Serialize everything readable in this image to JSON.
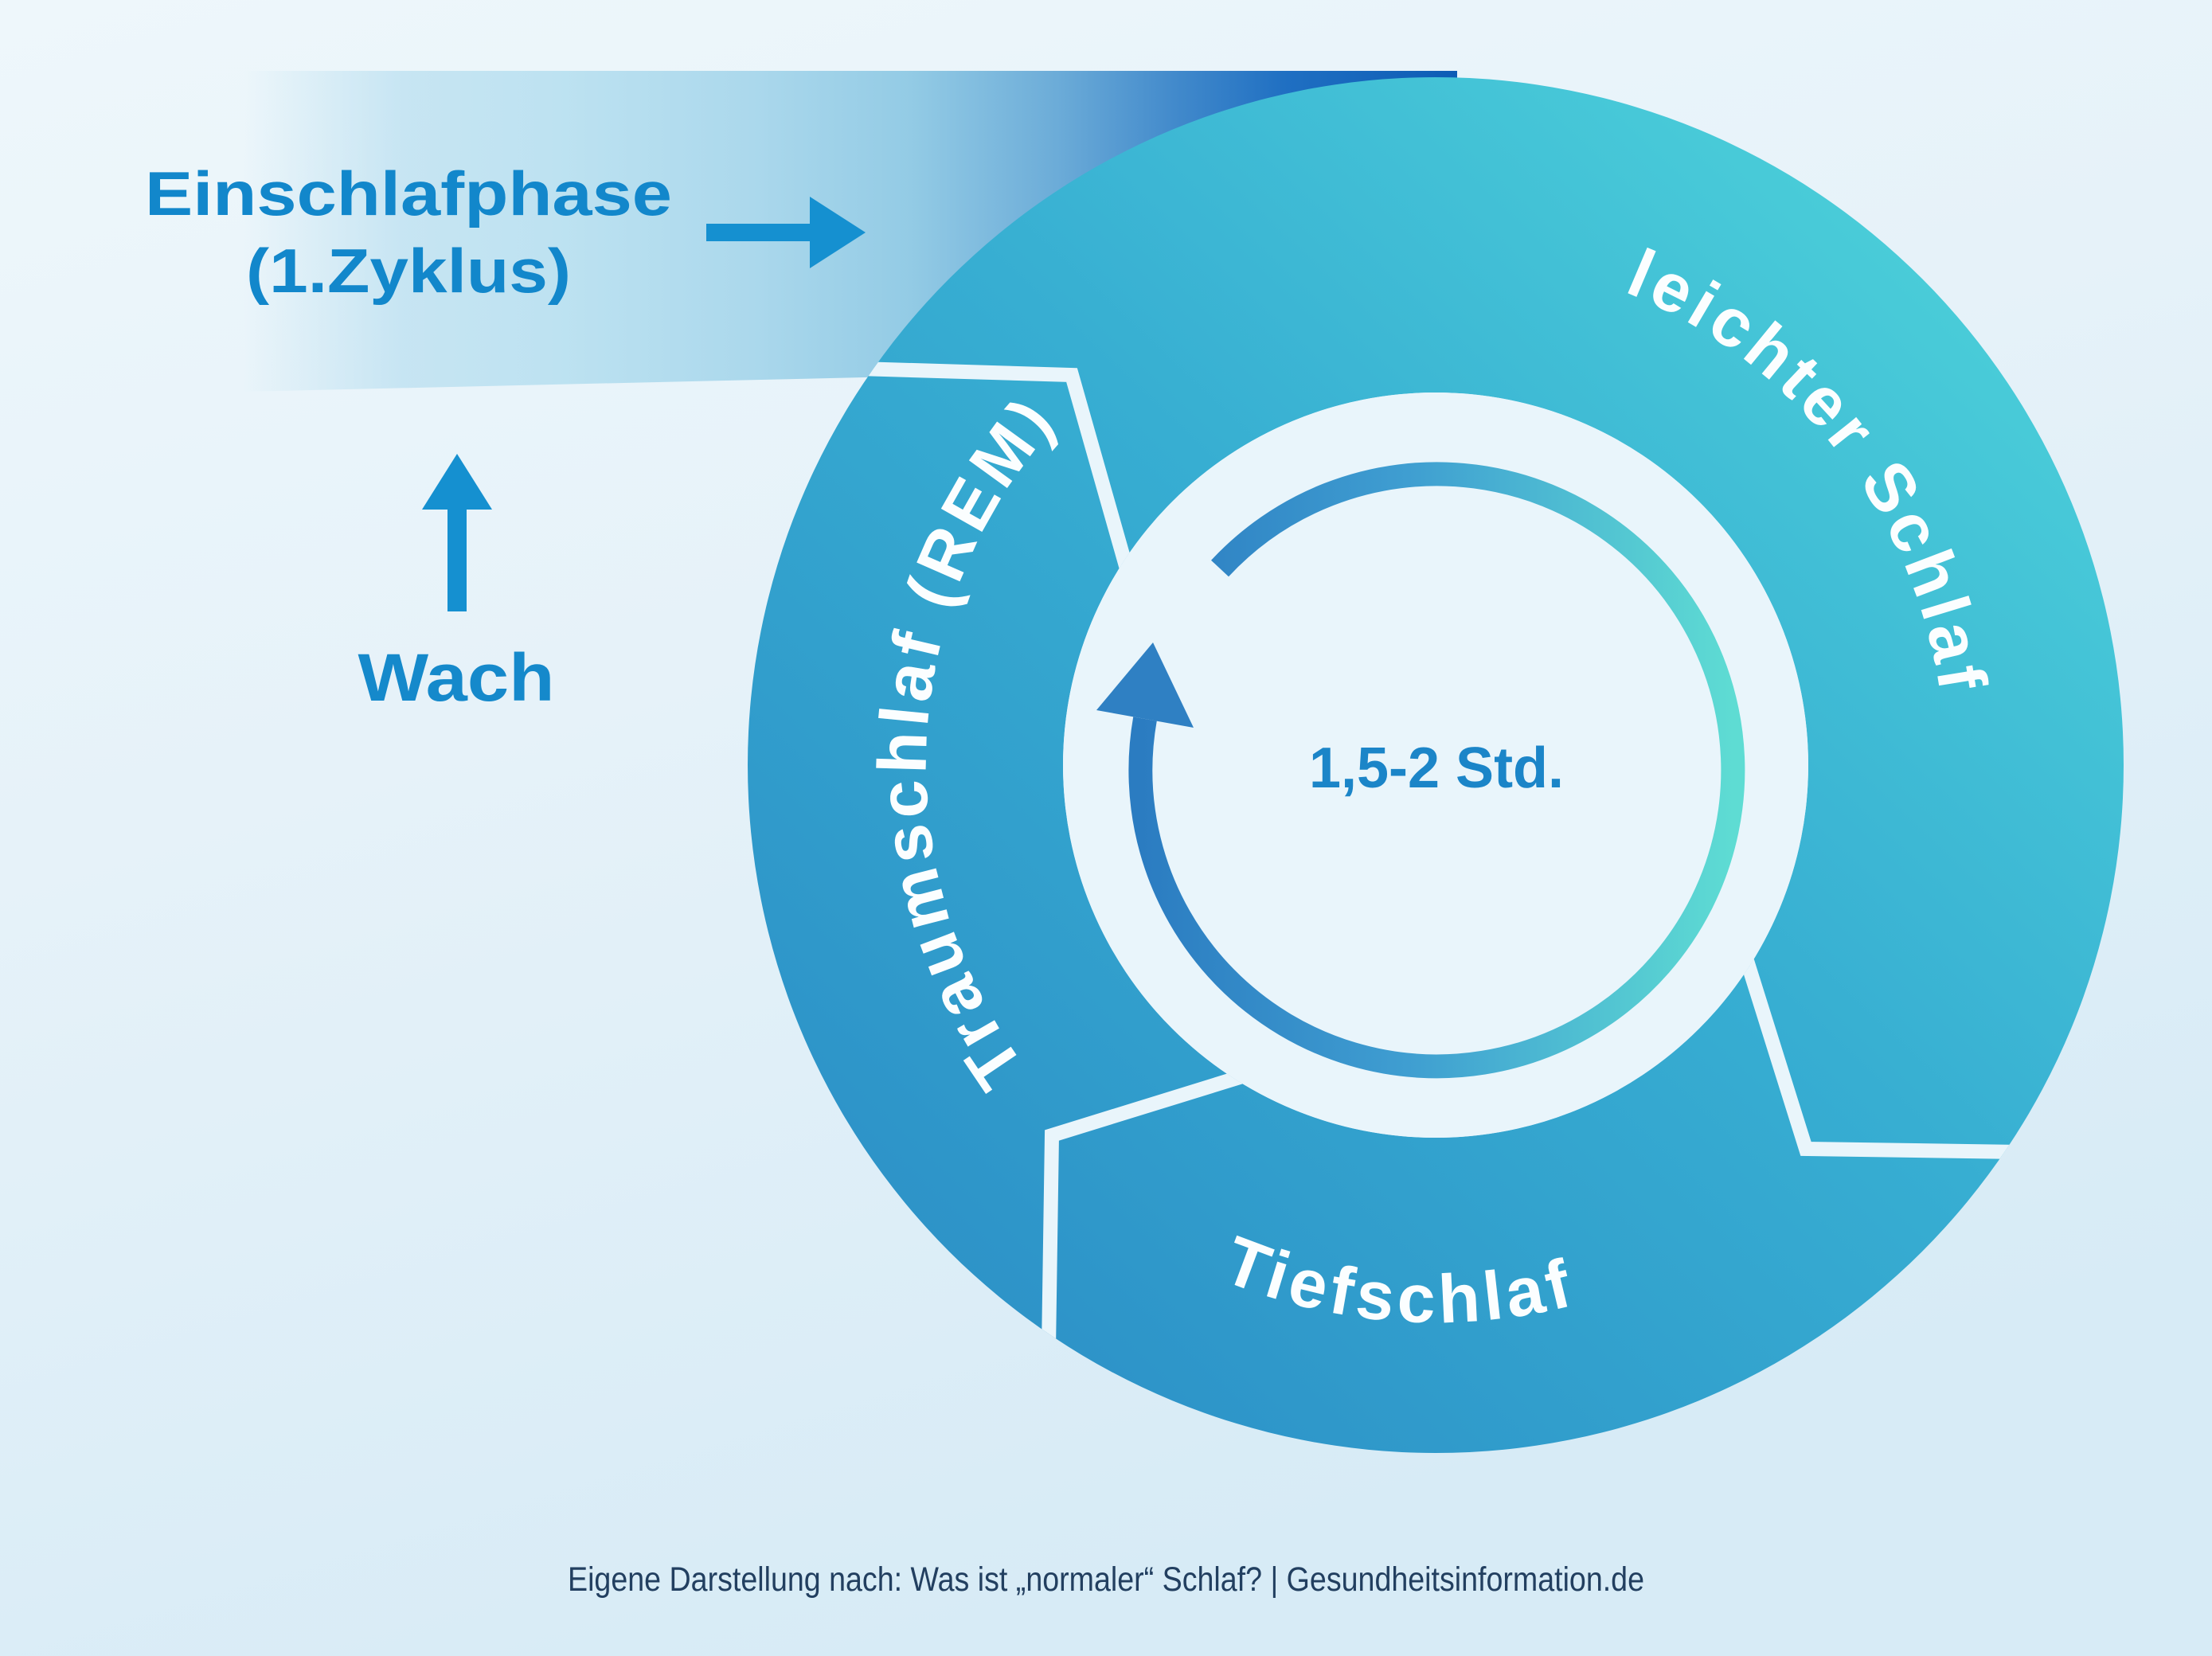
{
  "colors": {
    "accent": "#1287cb",
    "wach": "#1589cb",
    "center_text": "#1b85c8",
    "arrow": "#1590d0",
    "label_white": "#fbfeff",
    "footer": "#223f60",
    "ring_teal": "#4dd2da",
    "ring_blue": "#2b8dc6",
    "band_dark": "#0d5cb5"
  },
  "title": {
    "line1": "Einschlafphase",
    "line2": "(1.Zyklus)"
  },
  "wach": {
    "label": "Wach"
  },
  "ring": {
    "center_duration": "1,5-2 Std.",
    "segments": [
      {
        "label": "leichter Schlaf"
      },
      {
        "label": "Tiefschlaf"
      },
      {
        "label": "Traumschlaf (REM)"
      }
    ]
  },
  "footer": {
    "text": "Eigene Darstellung nach: Was ist „normaler“ Schlaf? | Gesundheitsinformation.de"
  }
}
